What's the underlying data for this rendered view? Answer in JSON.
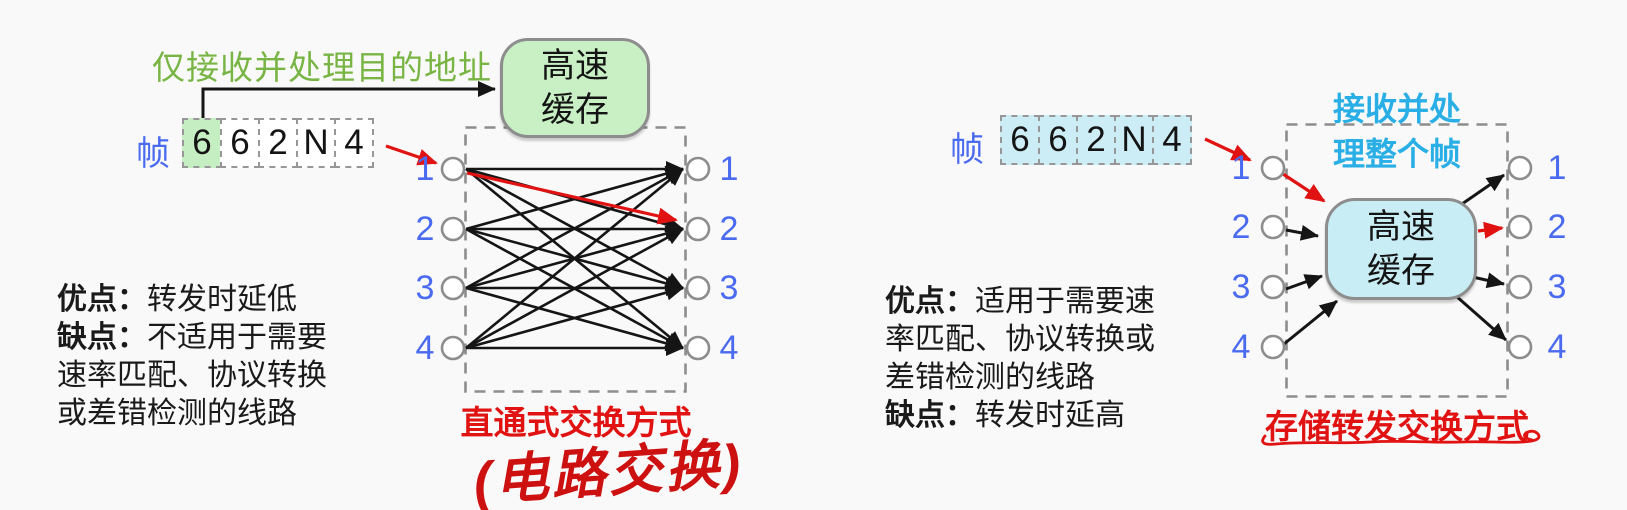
{
  "colors": {
    "green_text": "#79b544",
    "green_fill": "#c9f0c5",
    "green_cell_fill": "#c6eec3",
    "cyan_text": "#29aee6",
    "cyan_fill": "#c9edf5",
    "blue_label": "#4a6af0",
    "red_accent": "#e01212",
    "black_line": "#151515",
    "border_gray": "#8d8d8d"
  },
  "left": {
    "annotation": "仅接收并处理目的地址",
    "cache_lines": [
      "高速",
      "缓存"
    ],
    "frame_label": "帧",
    "frame_cells": [
      "6",
      "6",
      "2",
      "N",
      "4"
    ],
    "ports": [
      "1",
      "2",
      "3",
      "4"
    ],
    "notes": [
      {
        "label": "优点：",
        "text": "转发时延低"
      },
      {
        "label": "缺点：",
        "text": "不适用于需要"
      },
      {
        "label": "",
        "text": "速率匹配、协议转换"
      },
      {
        "label": "",
        "text": "或差错检测的线路"
      }
    ],
    "caption": "直通式交换方式",
    "handwritten_note": "(电路交换)"
  },
  "right": {
    "annotation_lines": [
      "接收并处",
      "理整个帧"
    ],
    "cache_lines": [
      "高速",
      "缓存"
    ],
    "frame_label": "帧",
    "frame_cells": [
      "6",
      "6",
      "2",
      "N",
      "4"
    ],
    "ports": [
      "1",
      "2",
      "3",
      "4"
    ],
    "notes": [
      {
        "label": "优点：",
        "text": "适用于需要速"
      },
      {
        "label": "",
        "text": "率匹配、协议转换或"
      },
      {
        "label": "",
        "text": "差错检测的线路"
      },
      {
        "label": "缺点：",
        "text": "转发时延高"
      }
    ],
    "caption": "存储转发交换方式"
  }
}
